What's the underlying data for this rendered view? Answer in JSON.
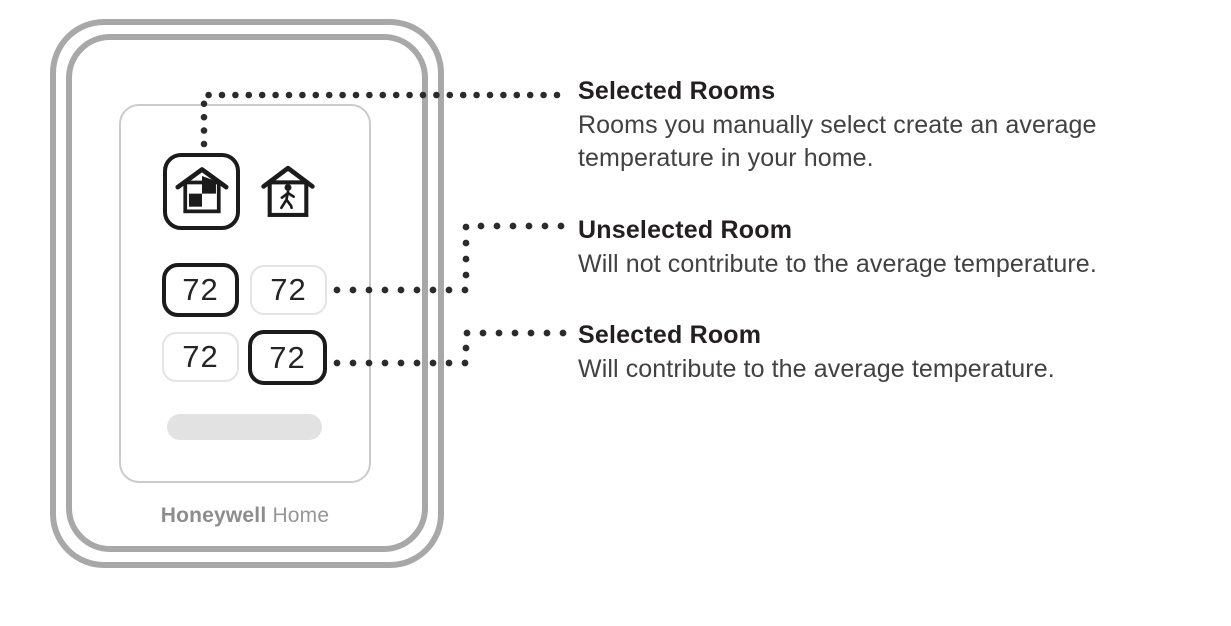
{
  "device": {
    "kind": "thermostat illustration",
    "logo": {
      "bold": "Honeywell",
      "light": "Home"
    },
    "mode_icons": [
      {
        "icon": "selected-rooms-house-icon",
        "selected": true
      },
      {
        "icon": "occupancy-person-house-icon",
        "selected": false
      }
    ],
    "room_tiles": [
      {
        "temp": "72",
        "state": "selected"
      },
      {
        "temp": "72",
        "state": "unselected"
      },
      {
        "temp": "72",
        "state": "unselected"
      },
      {
        "temp": "72",
        "state": "selected"
      }
    ]
  },
  "annotations": [
    {
      "title": "Selected Rooms",
      "body": "Rooms you manually select create an average temperature in your home."
    },
    {
      "title": "Unselected Room",
      "body": "Will not contribute to the average temperature."
    },
    {
      "title": "Selected Room",
      "body": "Will contribute to the average temperature."
    }
  ],
  "colors": {
    "case_border": "#a8a8a8",
    "screen_border": "#cbcbcb",
    "selected_border": "#1b1b1b",
    "unselected_border": "#e3e3e3",
    "leader_dots": "#2b2b2b",
    "heading_text": "#231f20",
    "body_text": "#414042",
    "logo_gray": "#8d8d8d",
    "pill_fill": "#e2e2e2"
  }
}
